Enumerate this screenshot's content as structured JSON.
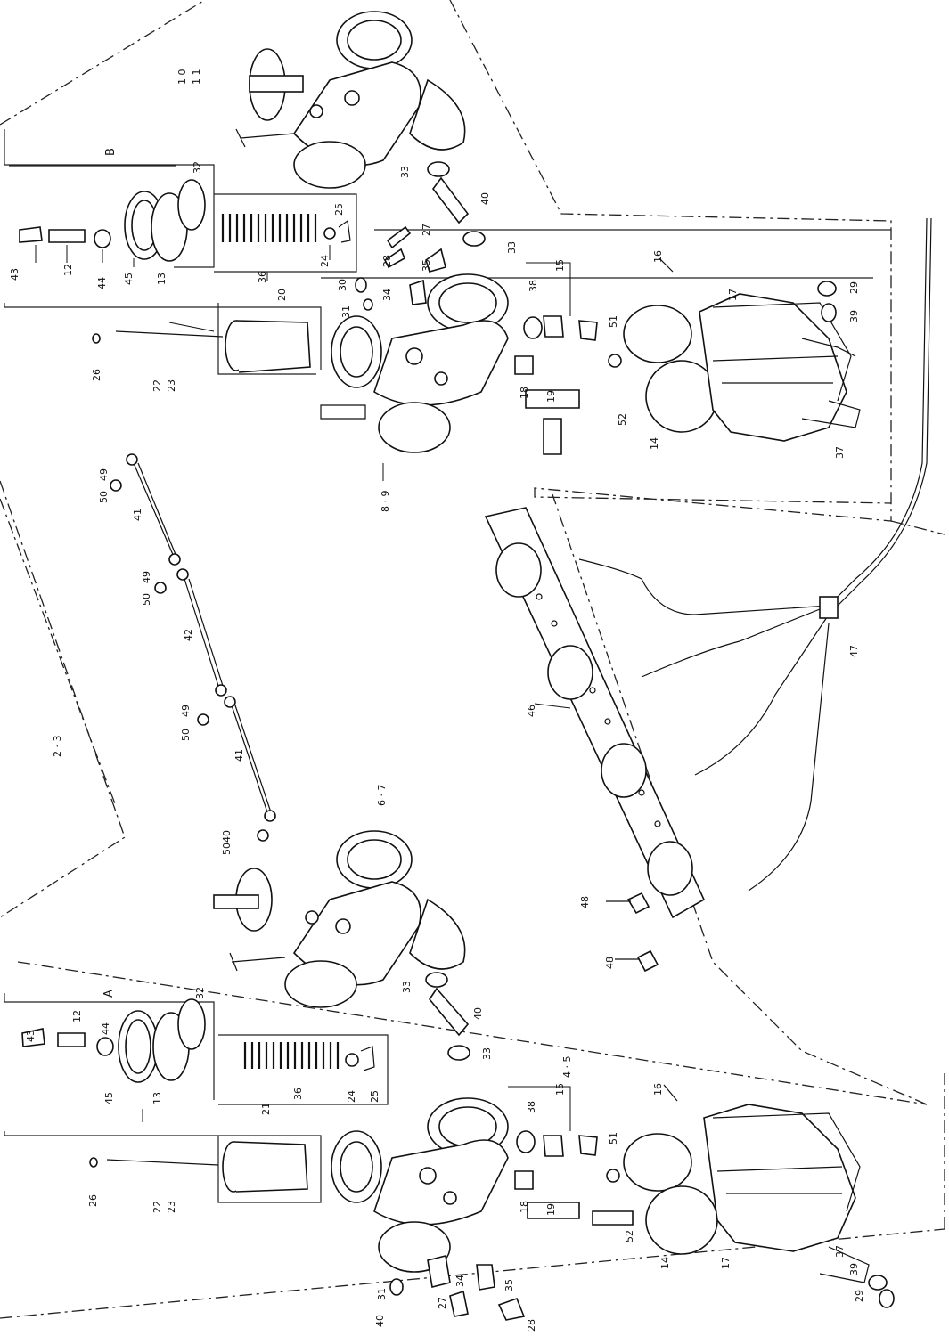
{
  "diagram": {
    "group_labels": {
      "g1": "1 0",
      "g2": "1 1",
      "g3": "B",
      "g4": "A",
      "g5": "8 · 9",
      "g6": "2 · 3",
      "g7": "6 · 7",
      "g8": "4 · 5"
    },
    "part_labels": {
      "p43": "43",
      "p12": "12",
      "p44": "44",
      "p45": "45",
      "p13": "13",
      "p32": "32",
      "p36": "36",
      "p24": "24",
      "p25": "25",
      "p20": "20",
      "p21": "21",
      "p26": "26",
      "p22": "22",
      "p23": "23",
      "p27": "27",
      "p28": "28",
      "p30": "30",
      "p31": "31",
      "p34": "34",
      "p35": "35",
      "p33": "33",
      "p40": "40",
      "p38": "38",
      "p15": "15",
      "p16": "16",
      "p17": "17",
      "p18": "18",
      "p19": "19",
      "p51": "51",
      "p52": "52",
      "p14": "14",
      "p37": "37",
      "p39": "39",
      "p29": "29",
      "p49": "49",
      "p50": "50",
      "p41": "41",
      "p42": "42",
      "p46": "46",
      "p47": "47",
      "p48": "48",
      "p5040": "5040"
    }
  }
}
